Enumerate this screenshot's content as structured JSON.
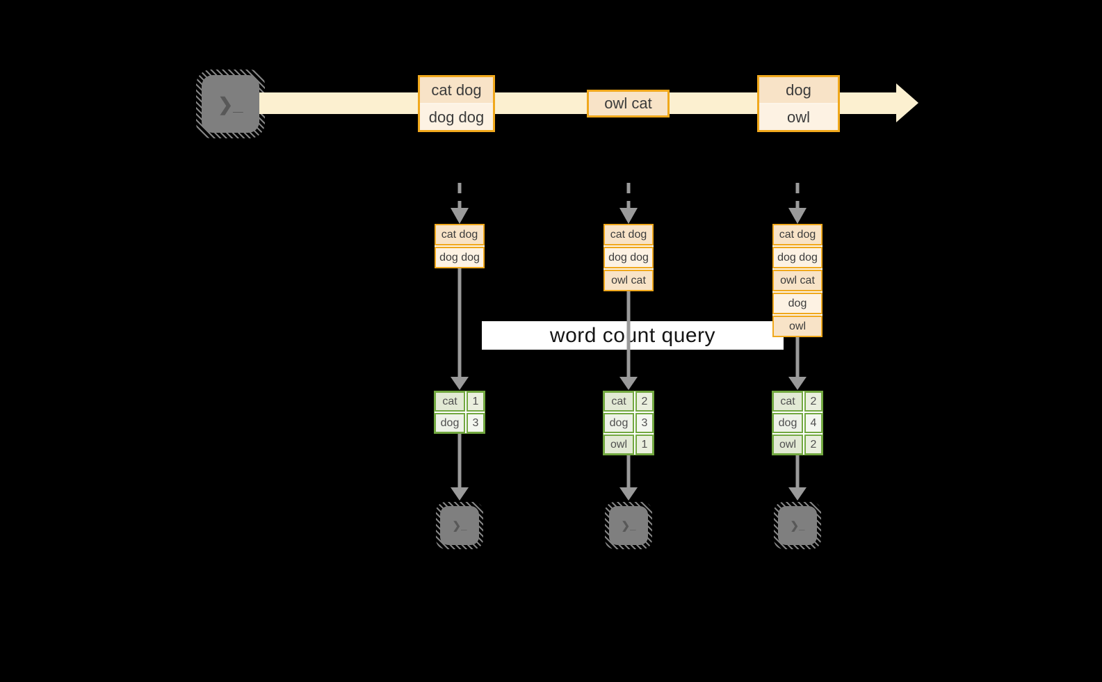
{
  "icons": {
    "terminal_glyph": "❯_"
  },
  "colors": {
    "stream_band": "#fcf0d0",
    "box_border": "#f0a81c",
    "box_fill_dark": "#f8e3c7",
    "box_fill_light": "#fdf2e3",
    "box_gap": "#fdf5e8",
    "table_border": "#72a840",
    "cell_dark_word": "#e2e9d4",
    "cell_dark_num": "#eaefde",
    "cell_light_word": "#eef2e8",
    "cell_light_num": "#f4f7f0",
    "arrow_gray": "#9a9a9a",
    "terminal_gray": "#7f7f7f",
    "glyph_gray": "#585858",
    "label_bg": "#ffffff",
    "text_dark": "#3b3b3b",
    "table_text": "#4f4f4f"
  },
  "stream": {
    "batches": [
      {
        "lines": [
          "cat dog",
          "dog dog"
        ]
      },
      {
        "lines": [
          "owl cat"
        ]
      },
      {
        "lines": [
          "dog",
          "owl"
        ]
      }
    ]
  },
  "query_label": "word count query",
  "columns": [
    {
      "buffer": [
        "cat dog",
        "dog dog"
      ],
      "table": {
        "rows": [
          {
            "word": "cat",
            "count": "1"
          },
          {
            "word": "dog",
            "count": "3"
          }
        ]
      }
    },
    {
      "buffer": [
        "cat dog",
        "dog dog",
        "owl cat"
      ],
      "table": {
        "rows": [
          {
            "word": "cat",
            "count": "2"
          },
          {
            "word": "dog",
            "count": "3"
          },
          {
            "word": "owl",
            "count": "1"
          }
        ]
      }
    },
    {
      "buffer": [
        "cat dog",
        "dog dog",
        "owl cat",
        "dog",
        "owl"
      ],
      "table": {
        "rows": [
          {
            "word": "cat",
            "count": "2"
          },
          {
            "word": "dog",
            "count": "4"
          },
          {
            "word": "owl",
            "count": "2"
          }
        ]
      }
    }
  ]
}
